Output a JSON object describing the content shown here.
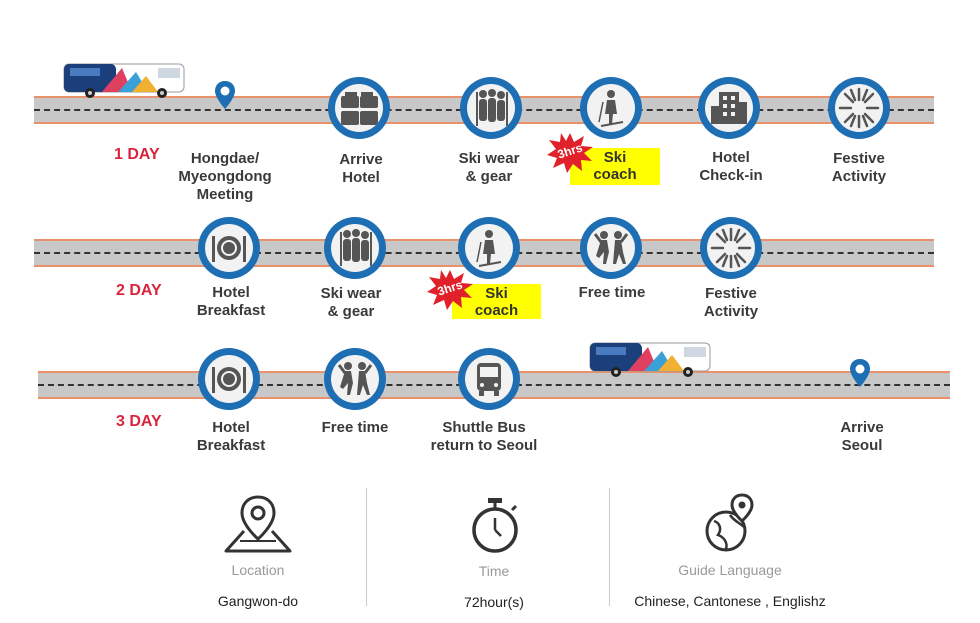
{
  "days": {
    "d1": "1 DAY",
    "d2": "2 DAY",
    "d3": "3 DAY"
  },
  "day1": {
    "meeting": [
      "Hongdae/",
      "Myeongdong",
      "Meeting"
    ],
    "arrive_hotel": [
      "Arrive",
      "Hotel"
    ],
    "ski_wear": [
      "Ski wear",
      "& gear"
    ],
    "ski_coach": [
      "Ski",
      "coach"
    ],
    "badge": "3hrs",
    "check_in": [
      "Hotel",
      "Check-in"
    ],
    "festive": [
      "Festive",
      "Activity"
    ]
  },
  "day2": {
    "breakfast": [
      "Hotel",
      "Breakfast"
    ],
    "ski_wear": [
      "Ski wear",
      "& gear"
    ],
    "ski_coach": [
      "Ski",
      "coach"
    ],
    "badge": "3hrs",
    "free_time": "Free time",
    "festive": [
      "Festive",
      "Activity"
    ]
  },
  "day3": {
    "breakfast": [
      "Hotel",
      "Breakfast"
    ],
    "free_time": "Free time",
    "shuttle": [
      "Shuttle Bus",
      "return to Seoul"
    ],
    "arrive": [
      "Arrive",
      "Seoul"
    ]
  },
  "info": {
    "location": {
      "title": "Location",
      "value": "Gangwon-do"
    },
    "time": {
      "title": "Time",
      "value": "72hour(s)"
    },
    "language": {
      "title": "Guide Language",
      "value": "Chinese, Cantonese , Englishz"
    }
  },
  "icons": {
    "suitcases": "luggage-icon",
    "skier_group": "skiers-group-icon",
    "skier": "skier-icon",
    "hotel": "hotel-building-icon",
    "firework": "firework-icon",
    "dining": "plate-fork-knife-icon",
    "dancing": "dancing-people-icon",
    "bus": "bus-icon",
    "pin": "map-pin-icon"
  },
  "colors": {
    "accent_blue": "#1e6eb4",
    "day_red": "#d8253d",
    "highlight_yellow": "#ffff00",
    "badge_red": "#e0202a",
    "road_gray": "#c8c8c8",
    "road_edge": "#e8916a"
  }
}
